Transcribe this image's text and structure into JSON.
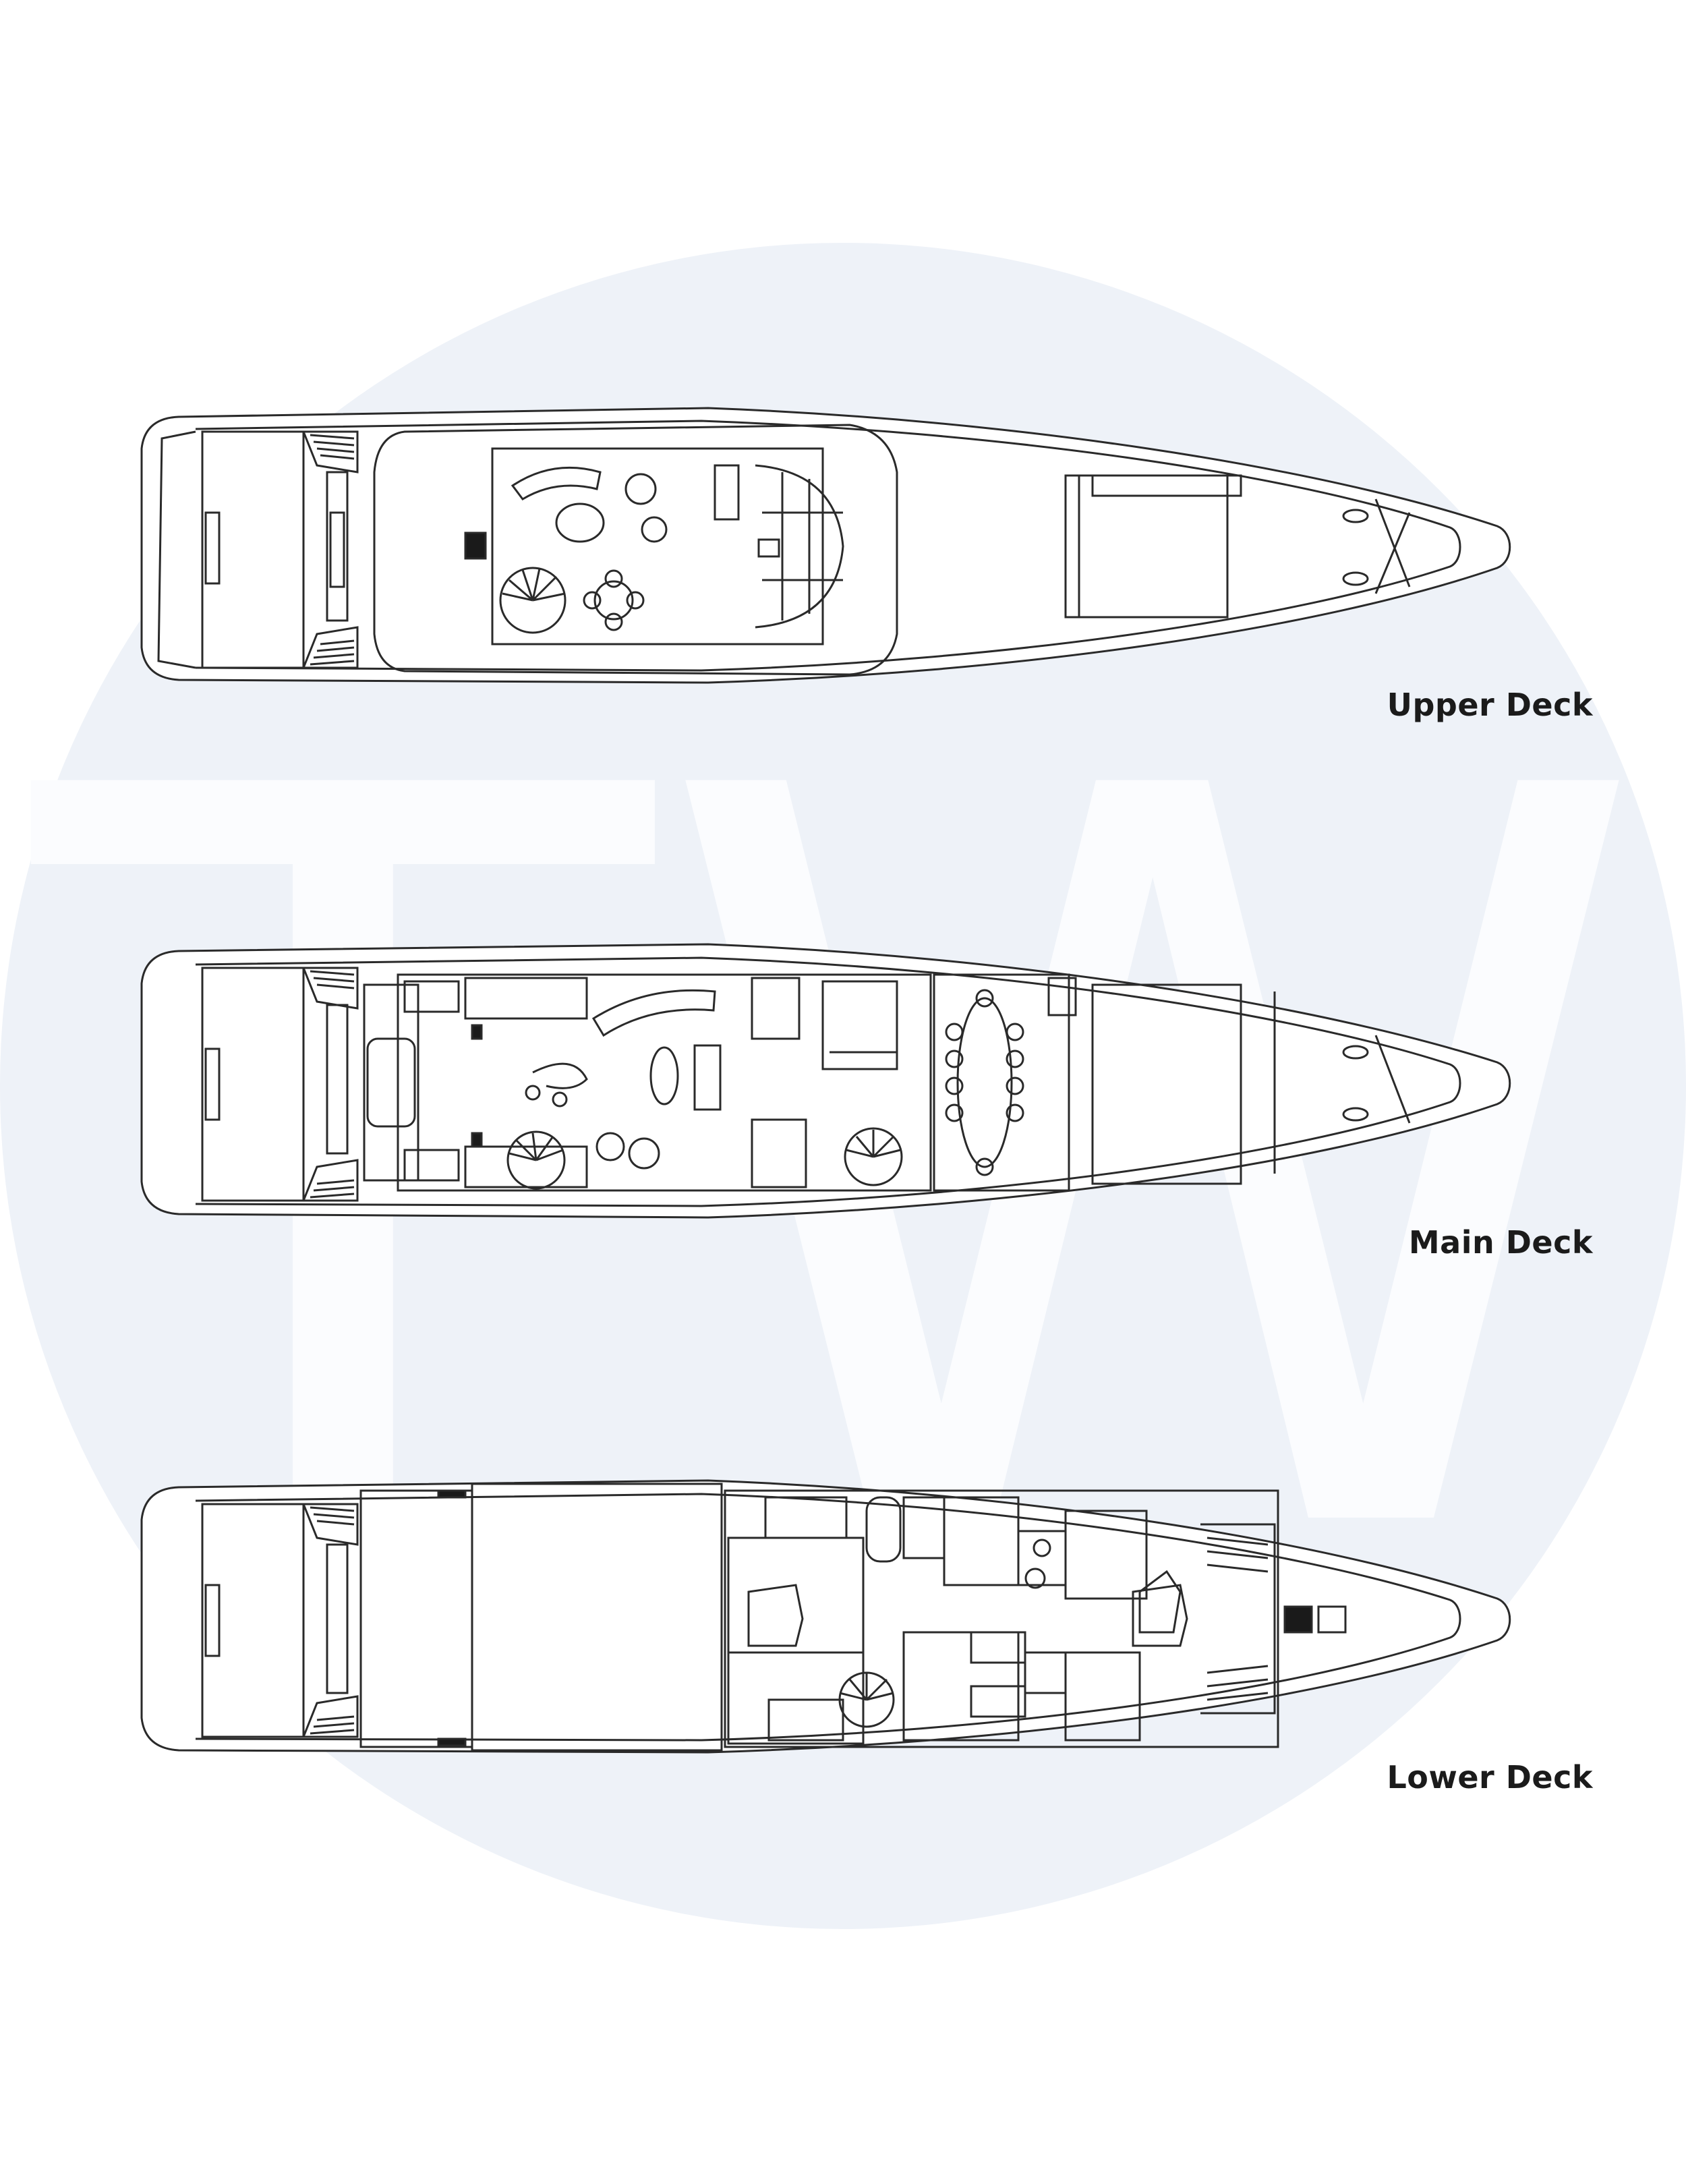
{
  "watermark": {
    "letters": "TW",
    "circle_color": "#eef2f8",
    "letter_color": "#fbfcfe"
  },
  "plan": {
    "line_color": "#2a2a2a",
    "hull_fill": "#ffffff",
    "dark_fill": "#1a1a1a"
  },
  "decks": [
    {
      "id": "upper",
      "label": "Upper Deck"
    },
    {
      "id": "main",
      "label": "Main Deck"
    },
    {
      "id": "lower",
      "label": "Lower Deck"
    }
  ]
}
